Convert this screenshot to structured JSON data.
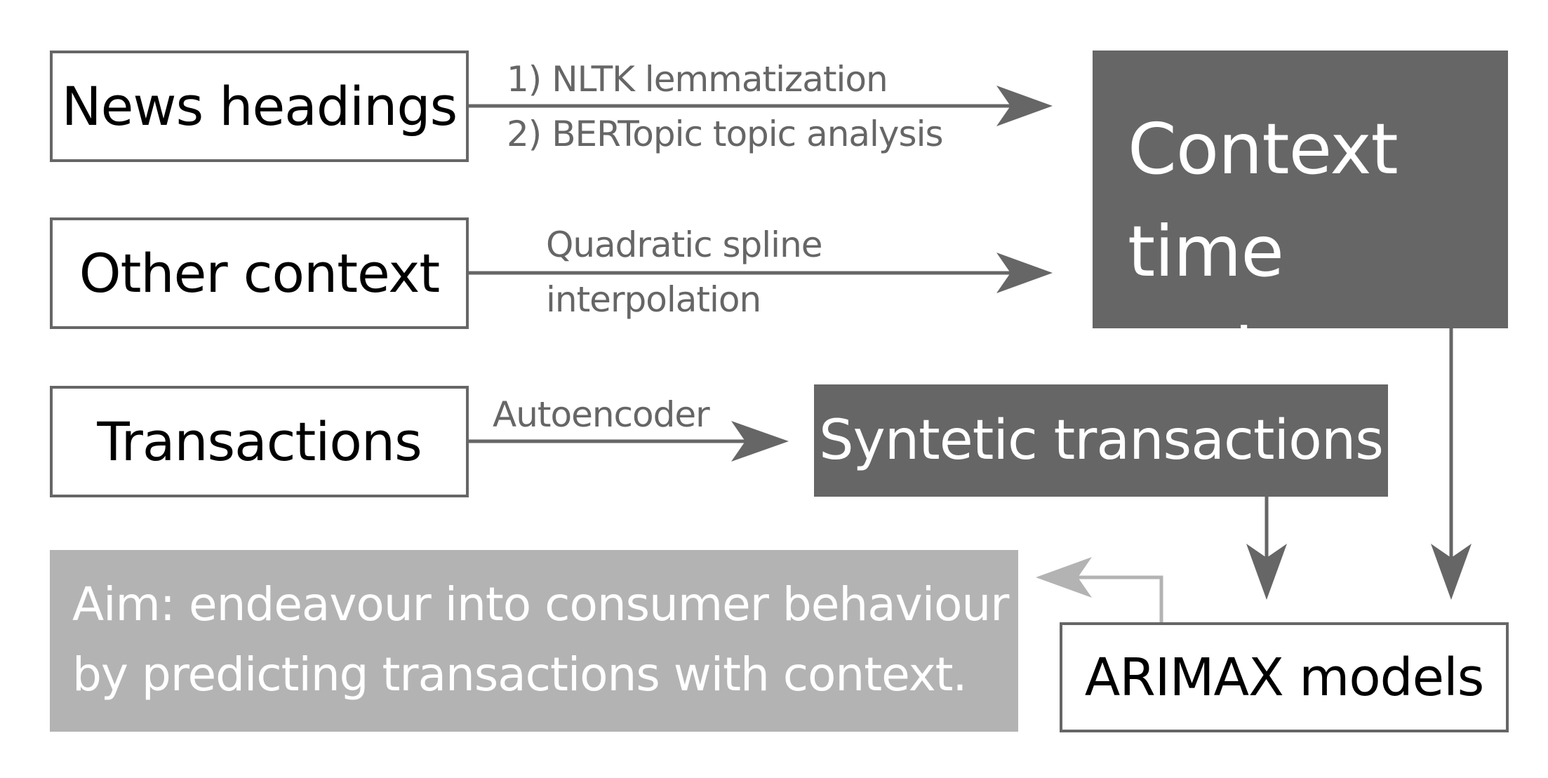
{
  "nodes": {
    "news_headings": "News headings",
    "other_context": "Other context",
    "transactions": "Transactions",
    "context_time_series": "Context\ntime series",
    "syntetic_transactions": "Syntetic transactions",
    "aim": "Aim: endeavour into consumer behaviour\nby predicting transactions with context.",
    "arimax_models": "ARIMAX models"
  },
  "edge_labels": {
    "news_to_context": "1) NLTK lemmatization\n2) BERTopic topic analysis",
    "other_to_context": "Quadratic spline\ninterpolation",
    "transactions_to_syntetic": "Autoencoder"
  },
  "colors": {
    "dark_fill": "#666666",
    "light_fill": "#b3b3b3",
    "outline": "#666666",
    "feedback_arrow": "#b3b3b3"
  }
}
